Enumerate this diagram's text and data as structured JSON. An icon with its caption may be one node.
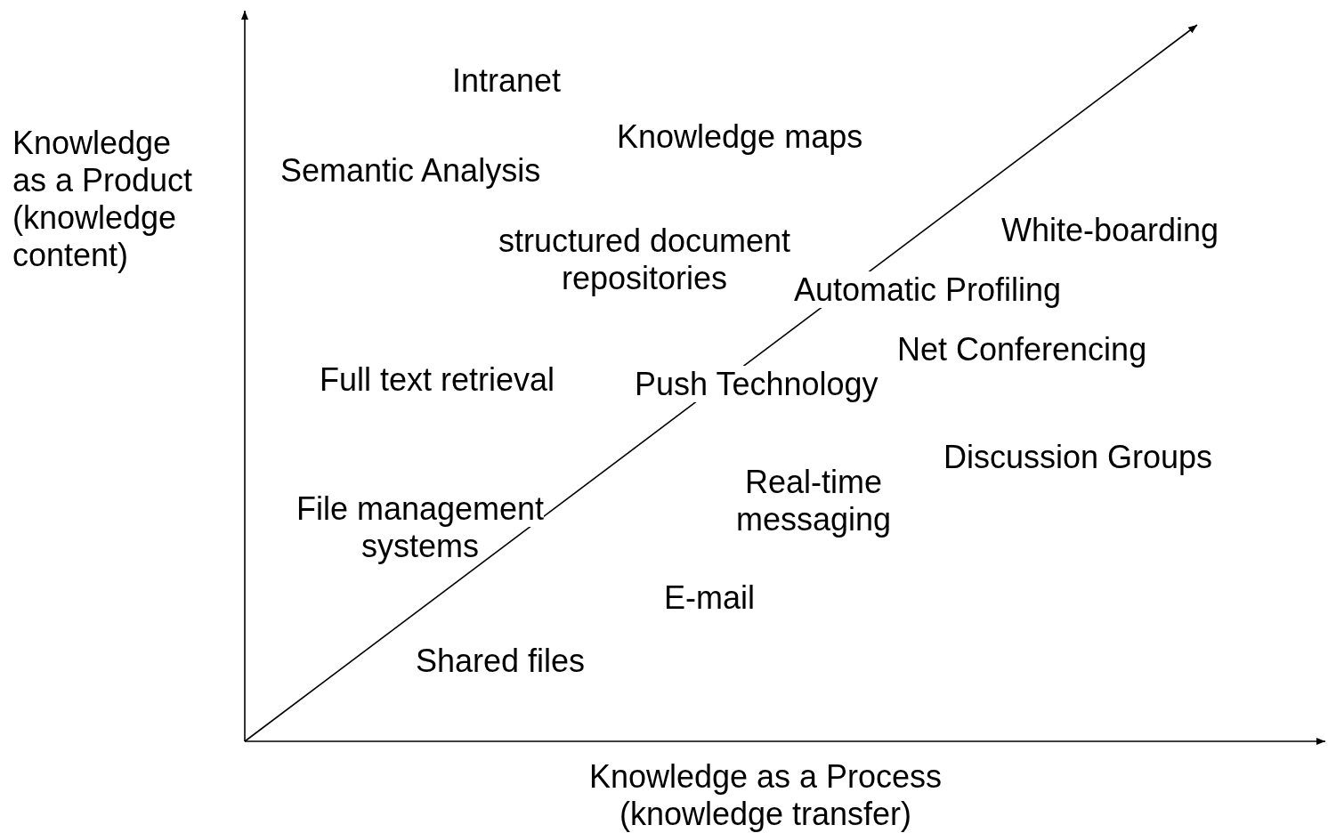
{
  "diagram": {
    "labels": [
      "Knowledge as a Product (knowledge content)",
      "Intranet",
      "Knowledge maps",
      "Semantic Analysis",
      "structured document repositories",
      "White-boarding",
      "Automatic Profiling",
      "Net Conferencing",
      "Full text retrieval",
      "Push Technology",
      "Discussion Groups",
      "Real-time messaging",
      "File management systems",
      "E-mail",
      "Shared files",
      "Knowledge as a Process (knowledge transfer)"
    ]
  }
}
